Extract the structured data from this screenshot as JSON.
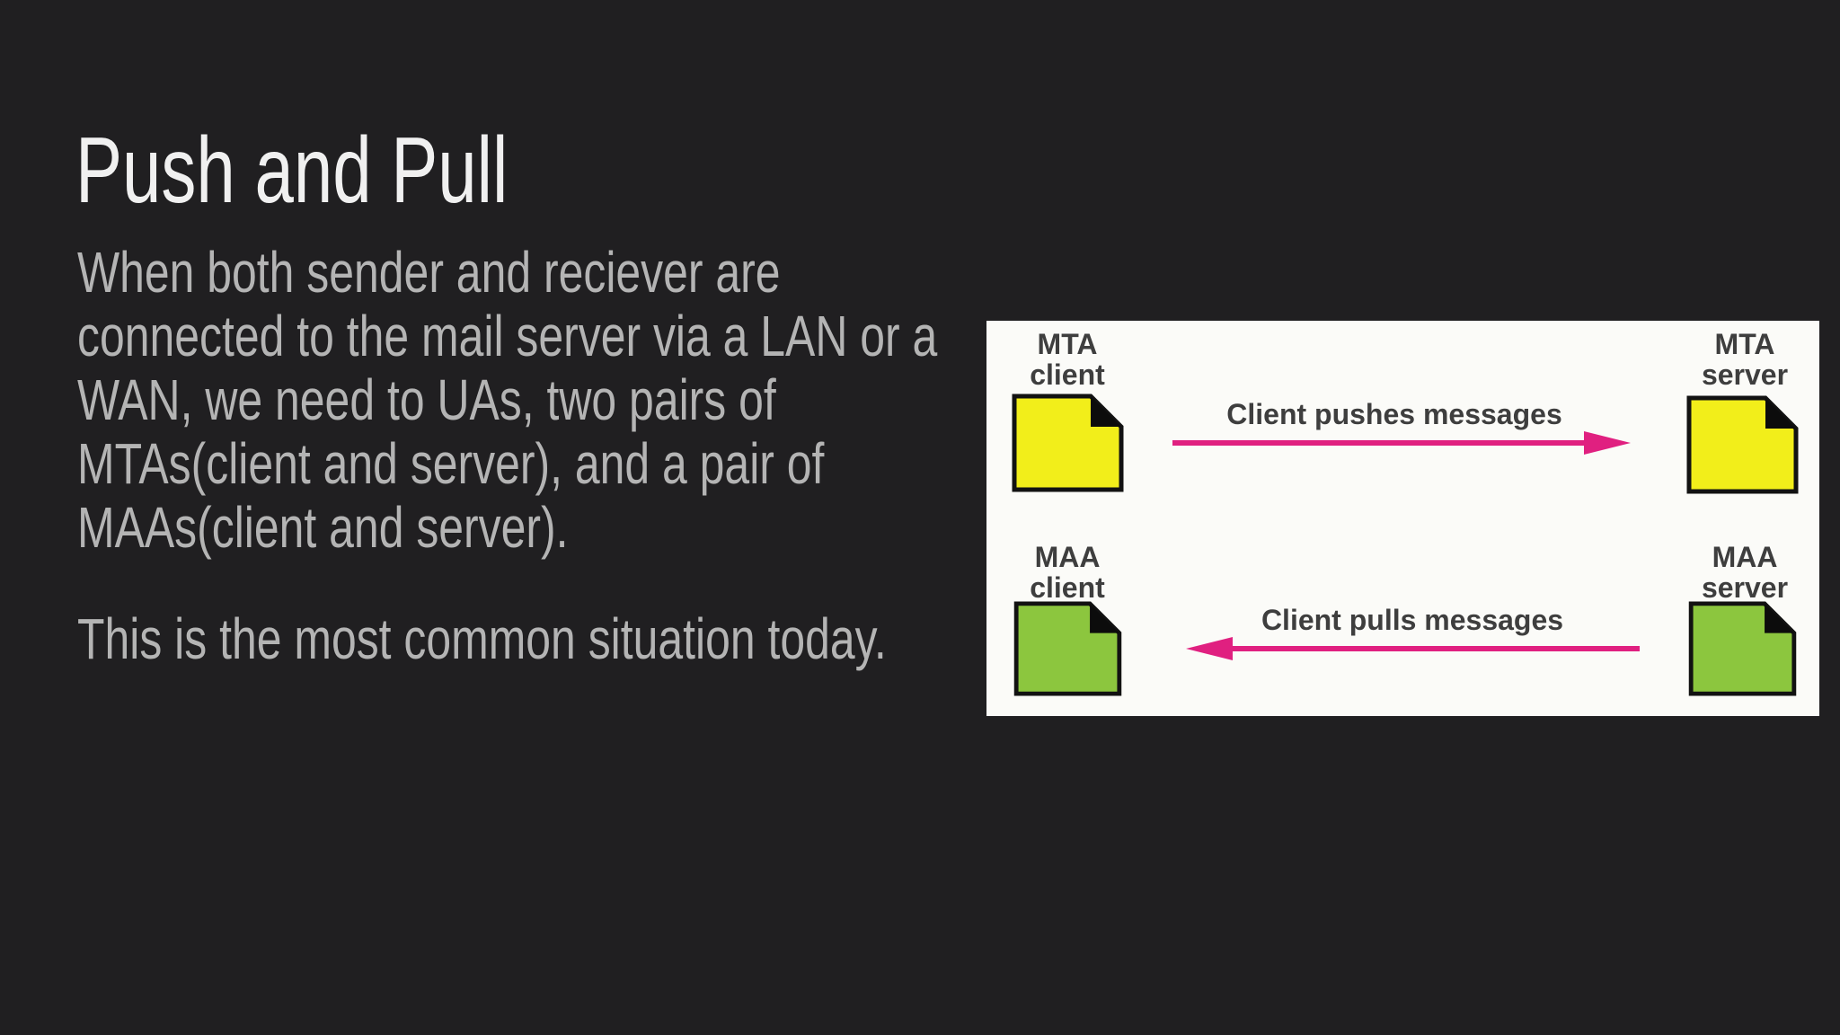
{
  "slide": {
    "title": "Push and Pull",
    "paragraph1_lines": [
      "When both sender and reciever are",
      "connected to the mail server via a LAN or a",
      "WAN, we need to UAs, two pairs of",
      "MTAs(client and server), and a pair of",
      "MAAs(client and server)."
    ],
    "paragraph2_lines": [
      "This is the most common situation today."
    ]
  },
  "diagram": {
    "push_row": {
      "left_label": [
        "MTA",
        "client"
      ],
      "right_label": [
        "MTA",
        "server"
      ],
      "caption": "Client pushes messages",
      "arrow_direction": "right",
      "document_color": "yellow"
    },
    "pull_row": {
      "left_label": [
        "MAA",
        "client"
      ],
      "right_label": [
        "MAA",
        "server"
      ],
      "caption": "Client pulls messages",
      "arrow_direction": "left",
      "document_color": "green"
    }
  },
  "colors": {
    "background": "#201f21",
    "title_text": "#f0f0f0",
    "body_text": "#b4b4b4",
    "panel_background": "#fbfbf8",
    "yellow_document": "#f2ee1a",
    "green_document": "#8cc63e",
    "arrow_pink": "#e02080",
    "diagram_label_text": "#3e3e3e",
    "document_outline": "#121212"
  }
}
